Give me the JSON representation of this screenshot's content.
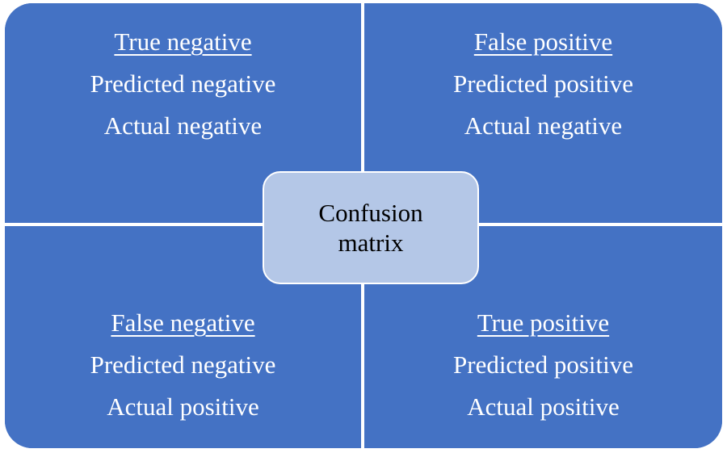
{
  "center": {
    "line1": "Confusion",
    "line2": "matrix"
  },
  "quadrants": {
    "top_left": {
      "title": "True negative",
      "predicted": "Predicted negative",
      "actual": "Actual negative"
    },
    "top_right": {
      "title": "False positive",
      "predicted": "Predicted positive",
      "actual": "Actual negative"
    },
    "bottom_left": {
      "title": "False negative",
      "predicted": "Predicted negative",
      "actual": "Actual positive"
    },
    "bottom_right": {
      "title": "True positive",
      "predicted": "Predicted positive",
      "actual": "Actual positive"
    }
  },
  "colors": {
    "quadrant_fill": "#4472c4",
    "center_fill": "#b4c7e7",
    "divider": "#ffffff"
  }
}
